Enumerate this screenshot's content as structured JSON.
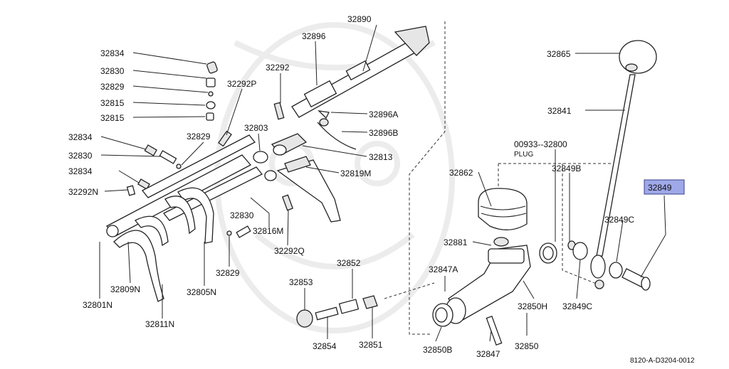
{
  "diagram": {
    "code": "8120-A-D3204-0012",
    "plug_label": "PLUG",
    "highlighted_part": "32849",
    "parts": [
      {
        "id": "p1",
        "label": "32890"
      },
      {
        "id": "p2",
        "label": "32896"
      },
      {
        "id": "p3",
        "label": "32834"
      },
      {
        "id": "p4",
        "label": "32830"
      },
      {
        "id": "p5",
        "label": "32829"
      },
      {
        "id": "p6",
        "label": "32815"
      },
      {
        "id": "p7",
        "label": "32815"
      },
      {
        "id": "p8",
        "label": "32292"
      },
      {
        "id": "p9",
        "label": "32292P"
      },
      {
        "id": "p10",
        "label": "32896A"
      },
      {
        "id": "p11",
        "label": "32896B"
      },
      {
        "id": "p12",
        "label": "32834"
      },
      {
        "id": "p13",
        "label": "32830"
      },
      {
        "id": "p14",
        "label": "32834"
      },
      {
        "id": "p15",
        "label": "32292N"
      },
      {
        "id": "p16",
        "label": "32829"
      },
      {
        "id": "p17",
        "label": "32803"
      },
      {
        "id": "p18",
        "label": "32813"
      },
      {
        "id": "p19",
        "label": "32819M"
      },
      {
        "id": "p20",
        "label": "32830"
      },
      {
        "id": "p21",
        "label": "32816M"
      },
      {
        "id": "p22",
        "label": "32292Q"
      },
      {
        "id": "p23",
        "label": "32829"
      },
      {
        "id": "p24",
        "label": "32809N"
      },
      {
        "id": "p25",
        "label": "32805N"
      },
      {
        "id": "p26",
        "label": "32801N"
      },
      {
        "id": "p27",
        "label": "32811N"
      },
      {
        "id": "p28",
        "label": "32852"
      },
      {
        "id": "p29",
        "label": "32853"
      },
      {
        "id": "p30",
        "label": "32854"
      },
      {
        "id": "p31",
        "label": "32851"
      },
      {
        "id": "p32",
        "label": "32865"
      },
      {
        "id": "p33",
        "label": "32841"
      },
      {
        "id": "p34",
        "label": "00933--32800"
      },
      {
        "id": "p35",
        "label": "32862"
      },
      {
        "id": "p36",
        "label": "32849B"
      },
      {
        "id": "p37",
        "label": "32849C"
      },
      {
        "id": "p38",
        "label": "32881"
      },
      {
        "id": "p39",
        "label": "32847A"
      },
      {
        "id": "p40",
        "label": "32850H"
      },
      {
        "id": "p41",
        "label": "32849C"
      },
      {
        "id": "p42",
        "label": "32850B"
      },
      {
        "id": "p43",
        "label": "32847"
      },
      {
        "id": "p44",
        "label": "32850"
      }
    ]
  }
}
